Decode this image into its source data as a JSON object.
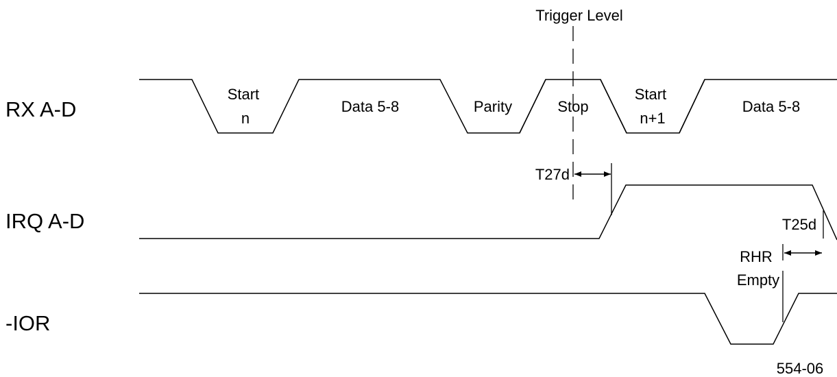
{
  "diagram": {
    "trigger_label": "Trigger Level",
    "figure_id": "554-06"
  },
  "signals": {
    "rx": {
      "name": "RX A-D",
      "segments": {
        "start_n": [
          "Start",
          "n"
        ],
        "data_1": "Data 5-8",
        "parity": "Parity",
        "stop": "Stop",
        "start_n1": [
          "Start",
          "n+1"
        ],
        "data_2": "Data 5-8"
      }
    },
    "irq": {
      "name": "IRQ A-D"
    },
    "ior": {
      "name": "-IOR"
    }
  },
  "timings": {
    "t27d": "T27d",
    "t25d": "T25d",
    "rhr_empty": [
      "RHR",
      "Empty"
    ]
  },
  "colors": {
    "stroke": "#000000",
    "background": "#ffffff"
  }
}
